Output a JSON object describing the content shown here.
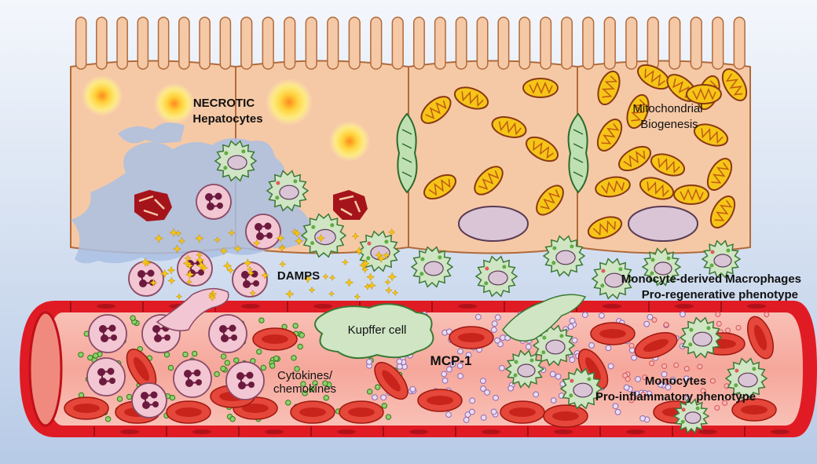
{
  "labels": {
    "necrotic_line1": "NECROTIC",
    "necrotic_line2": "Hepatocytes",
    "mito_line1": "Mitochondrial",
    "mito_line2": "Biogenesis",
    "damps": "DAMPS",
    "kupffer": "Kupffer cell",
    "cytokines_line1": "Cytokines/",
    "cytokines_line2": "chemokines",
    "mcp1": "MCP-1",
    "macrophage_line1": "Monocyte-derived Macrophages",
    "macrophage_line2": "Pro-regenerative phenotype",
    "monocyte_line1": "Monocytes",
    "monocyte_line2": "Pro-inflammatory phenotype"
  },
  "colors": {
    "background_top": "#f4f7fc",
    "background_bottom": "#b7cae6",
    "hepatocyte": "#f6c9a6",
    "hepatocyte_border": "#b06a3c",
    "vessel_wall": "#e01b24",
    "vessel_lumen": "#f8b3aa",
    "rbc": "#e5473a",
    "neutrophil": "#f2c6d2",
    "neutrophil_nucleus": "#6d1a3e",
    "macrophage": "#cfe5c4",
    "mitochondria": "#f5c518",
    "nucleus": "#d9c5d6",
    "dead_debris": "#aac0e3",
    "necrotic_glow": "#ffd23a",
    "damp_star": "#f5c518",
    "cytokine_dot": "#5fae3f",
    "mcp1_dot": "#c9a9dd"
  }
}
